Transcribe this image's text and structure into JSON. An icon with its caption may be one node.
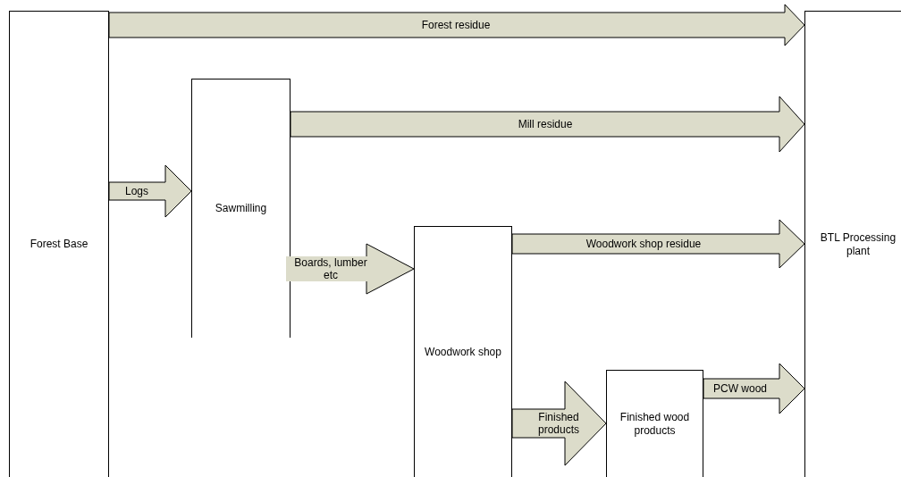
{
  "diagram": {
    "nodes": [
      {
        "text": [
          "Forest Base"
        ]
      },
      {
        "text": [
          "Sawmilling"
        ]
      },
      {
        "text": [
          "Woodwork shop"
        ]
      },
      {
        "text": [
          "Finished wood products"
        ]
      },
      {
        "text": [
          "BTL Processing plant"
        ]
      }
    ],
    "edges": [
      {
        "from": 0,
        "to": 4,
        "arrow": "to",
        "label": "Forest residue"
      },
      {
        "from": 1,
        "to": 4,
        "arrow": "to",
        "label": "Mill residue"
      },
      {
        "from": 0,
        "to": 1,
        "arrow": "to",
        "label": "Logs"
      },
      {
        "from": 1,
        "to": 2,
        "arrow": "to",
        "label": "Boards, lumber etc"
      },
      {
        "from": 2,
        "to": 4,
        "arrow": "to",
        "label": "Woodwork shop residue"
      },
      {
        "from": 2,
        "to": 3,
        "arrow": "to",
        "label": "Finished products"
      },
      {
        "from": 3,
        "to": 4,
        "arrow": "to",
        "label": "PCW wood"
      }
    ]
  }
}
